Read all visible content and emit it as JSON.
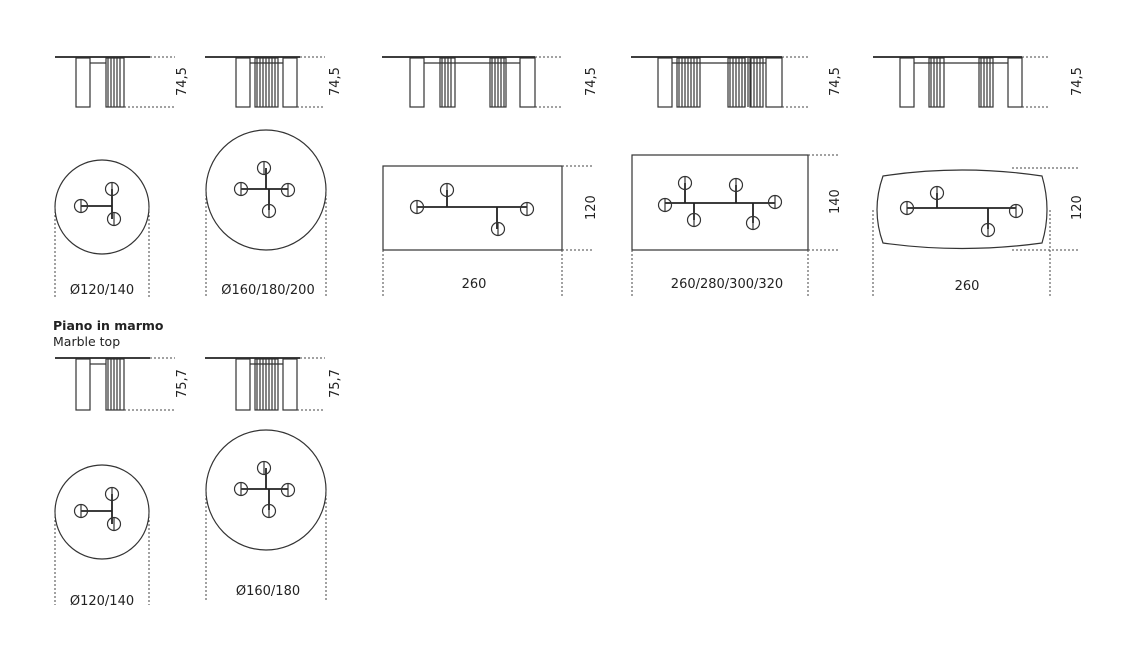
{
  "sections": [
    {
      "tables": [
        {
          "height": "74,5",
          "size": "Ø120/140"
        },
        {
          "height": "74,5",
          "size": "Ø160/180/200"
        },
        {
          "height": "74,5",
          "width": "120",
          "size": "260"
        },
        {
          "height": "74,5",
          "width": "140",
          "size": "260/280/300/320"
        },
        {
          "height": "74,5",
          "width": "120",
          "size": "260"
        }
      ]
    },
    {
      "title": "Piano in marmo",
      "subtitle": "Marble top",
      "tables": [
        {
          "height": "75,7",
          "size": "Ø120/140"
        },
        {
          "height": "75,7",
          "size": "Ø160/180"
        }
      ]
    }
  ]
}
